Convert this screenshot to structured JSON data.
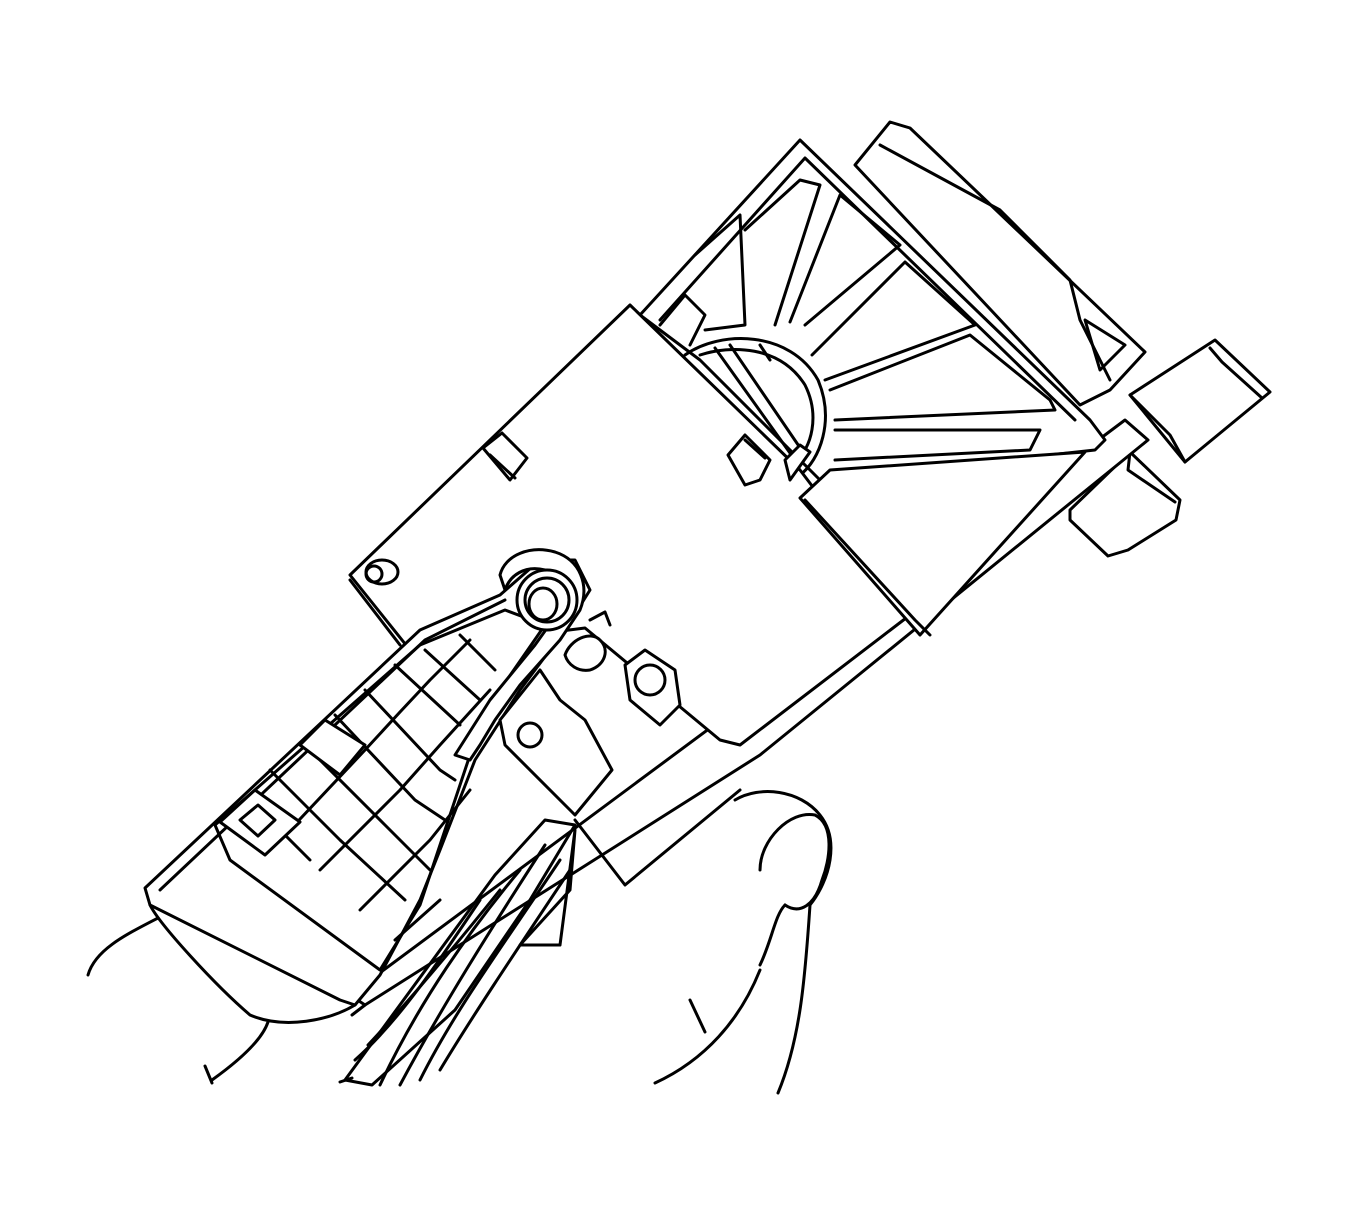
{
  "figure": {
    "type": "line-art-illustration",
    "background": "#ffffff",
    "stroke_color": "#000000",
    "parts": [
      "hand-left",
      "hand-right-finger",
      "module-housing",
      "cover-plate",
      "fan-rib-section",
      "mounting-bracket",
      "lattice-grid",
      "wire-harness",
      "pivot-eye",
      "rail-connector"
    ]
  }
}
